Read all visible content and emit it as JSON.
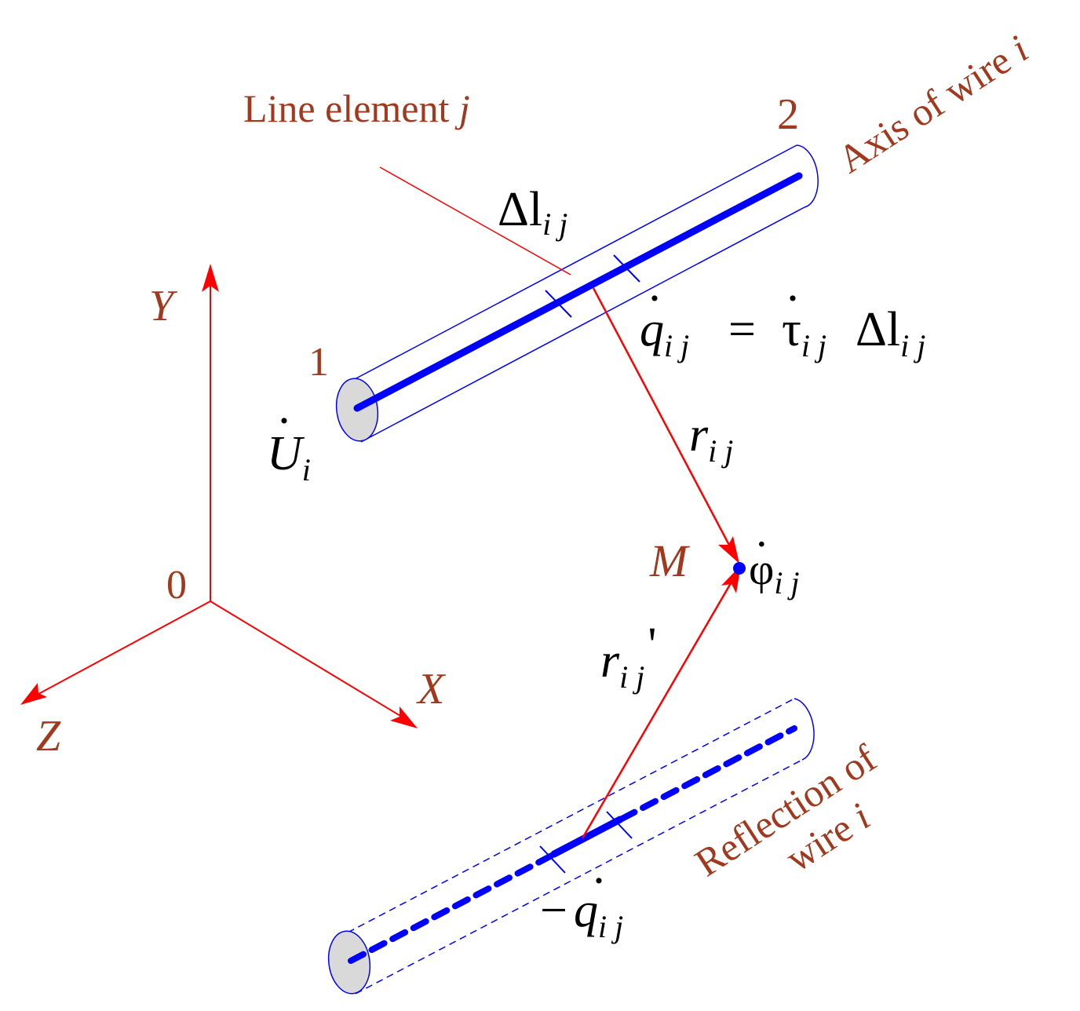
{
  "colors": {
    "axis": "#FF0000",
    "wire": "#0000FF",
    "label": "#A0391E",
    "math": "#000000",
    "end_cap": "#D9D9D9"
  },
  "axes": {
    "origin": "0",
    "x": "X",
    "y": "Y",
    "z": "Z"
  },
  "labels": {
    "line_element": "Line element ",
    "line_element_j": "j",
    "axis_of_wire": "Axis of wire ",
    "axis_of_wire_i": "i",
    "reflection_line1": "Reflection of",
    "reflection_line2": "wire ",
    "reflection_line2_i": "i",
    "end1": "1",
    "end2": "2",
    "point_m": "M"
  },
  "math": {
    "delta_l": "Δl",
    "delta_l_sub": "i j",
    "q": "q",
    "q_sub": "i j",
    "equals": "=",
    "tau": "τ",
    "tau_sub": "i j",
    "delta_l2": "Δl",
    "delta_l2_sub": "i j",
    "r": "r",
    "r_sub": "i j",
    "r_prime": "r",
    "r_prime_sub": "i j",
    "prime": "'",
    "u": "U",
    "u_sub": "i",
    "phi": "φ",
    "phi_sub": "i j",
    "minus": "−",
    "neg_q": "q",
    "neg_q_sub": "i j",
    "dot": "·"
  }
}
